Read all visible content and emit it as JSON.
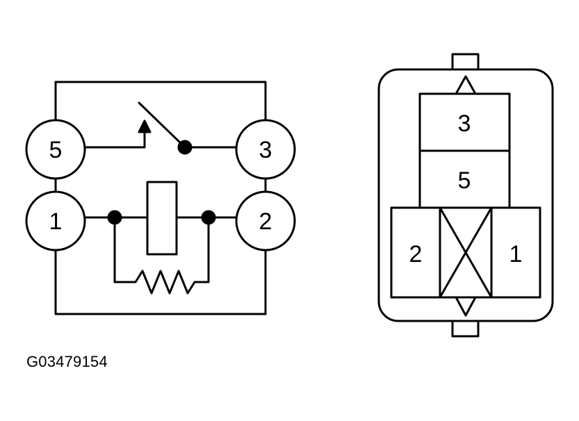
{
  "figure_id": "G03479154",
  "schematic": {
    "pins": [
      {
        "id": "pin-5",
        "label": "5"
      },
      {
        "id": "pin-3",
        "label": "3"
      },
      {
        "id": "pin-1",
        "label": "1"
      },
      {
        "id": "pin-2",
        "label": "2"
      }
    ]
  },
  "connector_view": {
    "cells": [
      {
        "id": "cell-3",
        "label": "3"
      },
      {
        "id": "cell-5",
        "label": "5"
      },
      {
        "id": "cell-2",
        "label": "2"
      },
      {
        "id": "cell-1",
        "label": "1"
      }
    ]
  },
  "colors": {
    "line": "#000000",
    "background": "#ffffff"
  }
}
